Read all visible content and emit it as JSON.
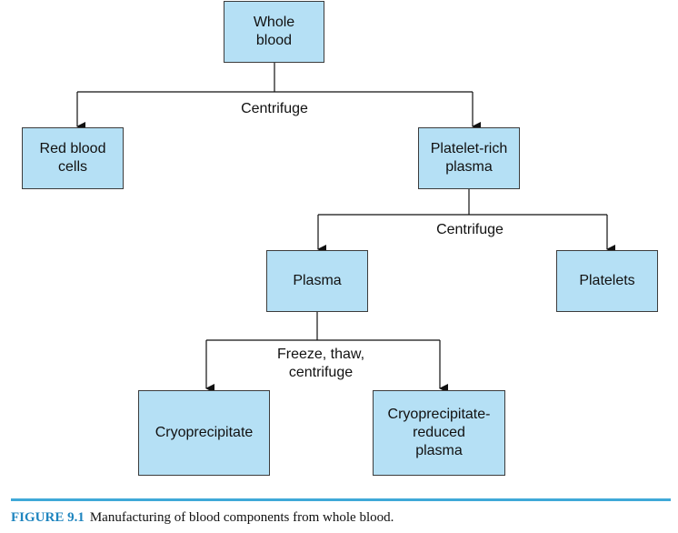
{
  "colors": {
    "box_fill": "#b5e0f5",
    "caption_accent": "#3fa9d8"
  },
  "nodes": {
    "whole_blood": {
      "line1": "Whole",
      "line2": "blood"
    },
    "red_blood_cells": {
      "line1": "Red blood",
      "line2": "cells"
    },
    "platelet_rich_plasma": {
      "line1": "Platelet-rich",
      "line2": "plasma"
    },
    "plasma": {
      "line1": "Plasma"
    },
    "platelets": {
      "line1": "Platelets"
    },
    "cryoprecipitate": {
      "line1": "Cryoprecipitate"
    },
    "cryo_reduced_plasma": {
      "line1": "Cryoprecipitate-",
      "line2": "reduced",
      "line3": "plasma"
    }
  },
  "edge_labels": {
    "centrifuge_1": "Centrifuge",
    "centrifuge_2": "Centrifuge",
    "freeze_line1": "Freeze, thaw,",
    "freeze_line2": "centrifuge"
  },
  "caption": {
    "figure": "FIGURE 9.1",
    "text": "Manufacturing of blood components from whole blood."
  }
}
